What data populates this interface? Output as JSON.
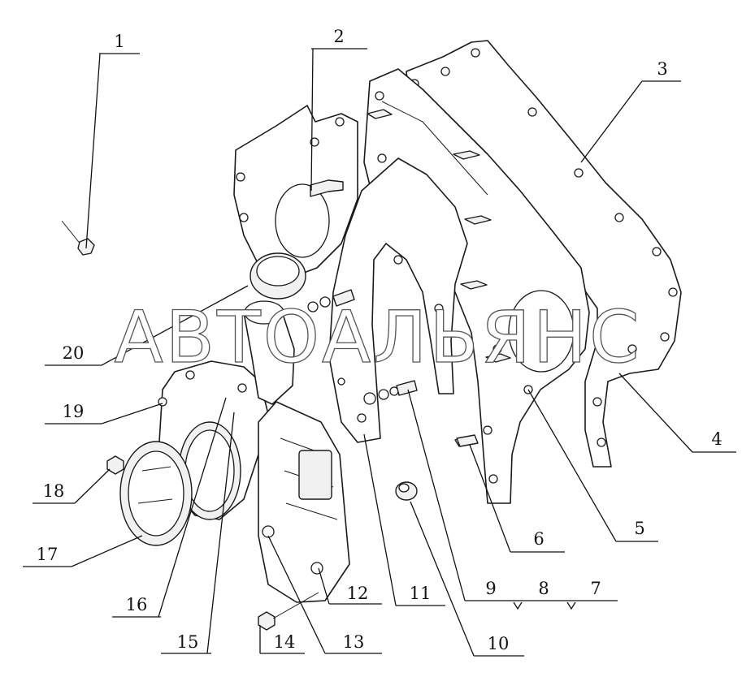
{
  "watermark": "АВТОАЛЬЯНС",
  "callouts": [
    {
      "id": "1",
      "label": "1"
    },
    {
      "id": "2",
      "label": "2"
    },
    {
      "id": "3",
      "label": "3"
    },
    {
      "id": "4",
      "label": "4"
    },
    {
      "id": "5",
      "label": "5"
    },
    {
      "id": "6",
      "label": "6"
    },
    {
      "id": "7",
      "label": "7"
    },
    {
      "id": "8",
      "label": "8"
    },
    {
      "id": "9",
      "label": "9"
    },
    {
      "id": "10",
      "label": "10"
    },
    {
      "id": "11",
      "label": "11"
    },
    {
      "id": "12",
      "label": "12"
    },
    {
      "id": "13",
      "label": "13"
    },
    {
      "id": "14",
      "label": "14"
    },
    {
      "id": "15",
      "label": "15"
    },
    {
      "id": "16",
      "label": "16"
    },
    {
      "id": "17",
      "label": "17"
    },
    {
      "id": "18",
      "label": "18"
    },
    {
      "id": "19",
      "label": "19"
    },
    {
      "id": "20",
      "label": "20"
    }
  ]
}
